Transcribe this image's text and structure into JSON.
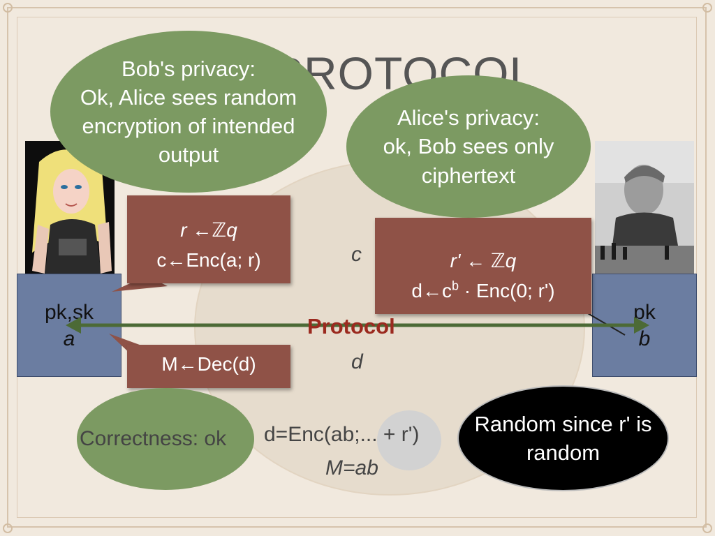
{
  "title": "PROTOCOL",
  "bob_privacy": {
    "lines": [
      "Bob's privacy:",
      "Ok, Alice sees random",
      "encryption of intended",
      "output"
    ]
  },
  "alice_privacy": {
    "lines": [
      "Alice's privacy:",
      "ok, Bob sees only",
      "ciphertext"
    ]
  },
  "alice_box": {
    "line1": "r ←ℤq",
    "line2": "c←Enc(a; r)"
  },
  "bob_box": {
    "line1": "r' ← ℤq",
    "line2_pre": "d←c",
    "line2_sup": "b",
    "line2_post": " · Enc(0; r')"
  },
  "decrypt_box": {
    "text": "M←Dec(d)"
  },
  "alice_keys": {
    "line1": "pk,sk",
    "line2": "a"
  },
  "bob_keys": {
    "line1": "pk",
    "line2": "b"
  },
  "msg_c": "c",
  "msg_d": "d",
  "protocol_label": "Protocol",
  "correctness": "Correctness: ok",
  "formula": {
    "line1": "d=Enc(ab;... + r')",
    "line2": "M=ab"
  },
  "random": {
    "line1": "Random since r' is",
    "line2": "random"
  },
  "colors": {
    "bubble_green": "#7c9a62",
    "box_red": "#8f5247",
    "key_blue": "#6b7da1",
    "arrow_green": "#4c6a36",
    "protocol_red": "#9b2a1f"
  }
}
